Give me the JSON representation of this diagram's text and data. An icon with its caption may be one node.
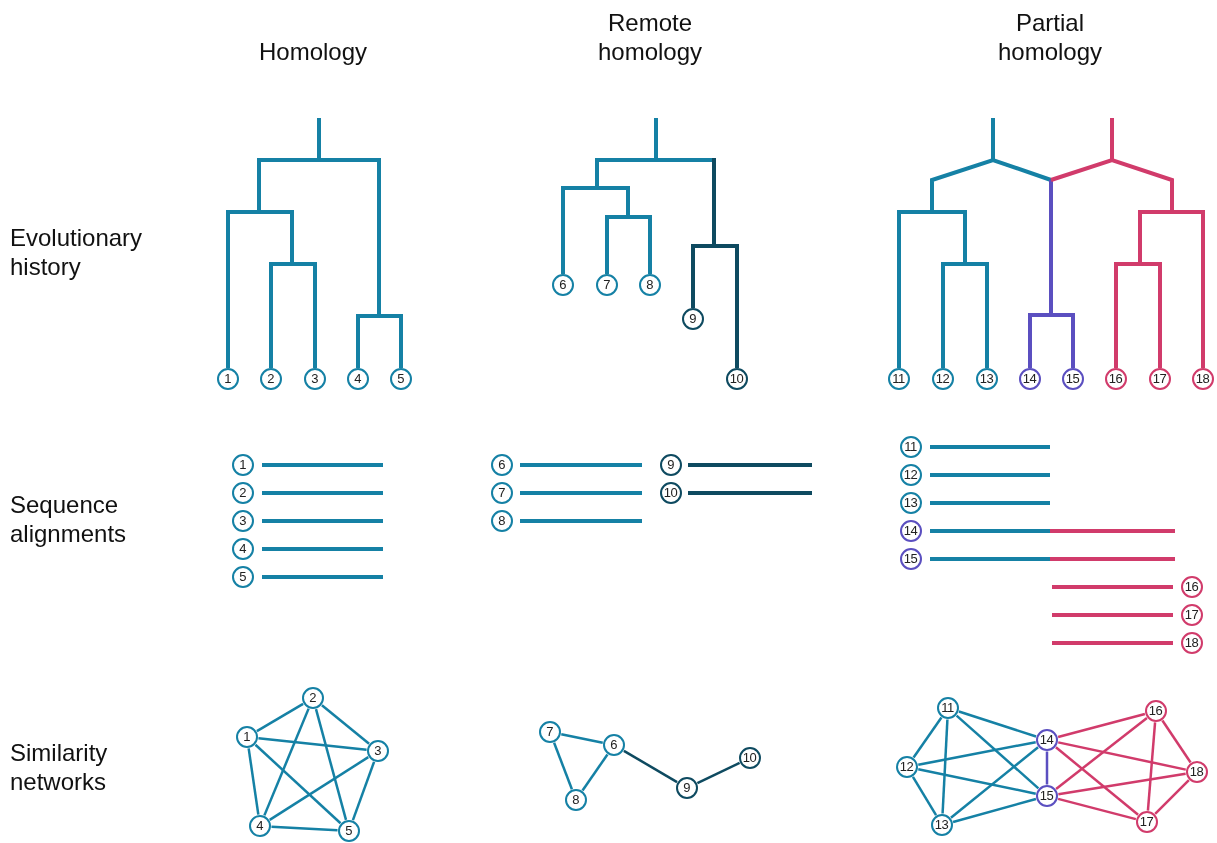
{
  "diagram": {
    "nodes": [
      {
        "text": [
          "1"
        ]
      },
      {
        "text": [
          "2"
        ]
      },
      {
        "text": [
          "3"
        ]
      },
      {
        "text": [
          "4"
        ]
      },
      {
        "text": [
          "5"
        ]
      },
      {
        "text": [
          "6"
        ]
      },
      {
        "text": [
          "7"
        ]
      },
      {
        "text": [
          "8"
        ]
      },
      {
        "text": [
          "9"
        ]
      },
      {
        "text": [
          "10"
        ]
      },
      {
        "text": [
          "11"
        ]
      },
      {
        "text": [
          "12"
        ]
      },
      {
        "text": [
          "13"
        ]
      },
      {
        "text": [
          "14"
        ]
      },
      {
        "text": [
          "15"
        ]
      },
      {
        "text": [
          "16"
        ]
      },
      {
        "text": [
          "17"
        ]
      },
      {
        "text": [
          "18"
        ]
      },
      {
        "text": [
          "1"
        ]
      },
      {
        "text": [
          "2"
        ]
      },
      {
        "text": [
          "3"
        ]
      },
      {
        "text": [
          "4"
        ]
      },
      {
        "text": [
          "5"
        ]
      },
      {
        "text": [
          "6"
        ]
      },
      {
        "text": [
          "7"
        ]
      },
      {
        "text": [
          "8"
        ]
      },
      {
        "text": [
          "9"
        ]
      },
      {
        "text": [
          "10"
        ]
      },
      {
        "text": [
          "11"
        ]
      },
      {
        "text": [
          "12"
        ]
      },
      {
        "text": [
          "13"
        ]
      },
      {
        "text": [
          "14"
        ]
      },
      {
        "text": [
          "15"
        ]
      },
      {
        "text": [
          "16"
        ]
      },
      {
        "text": [
          "17"
        ]
      },
      {
        "text": [
          "18"
        ]
      },
      {
        "text": [
          "1"
        ]
      },
      {
        "text": [
          "2"
        ]
      },
      {
        "text": [
          "3"
        ]
      },
      {
        "text": [
          "4"
        ]
      },
      {
        "text": [
          "5"
        ]
      },
      {
        "text": [
          "6"
        ]
      },
      {
        "text": [
          "7"
        ]
      },
      {
        "text": [
          "8"
        ]
      },
      {
        "text": [
          "9"
        ]
      },
      {
        "text": [
          "10"
        ]
      },
      {
        "text": [
          "11"
        ]
      },
      {
        "text": [
          "12"
        ]
      },
      {
        "text": [
          "13"
        ]
      },
      {
        "text": [
          "14"
        ]
      },
      {
        "text": [
          "15"
        ]
      },
      {
        "text": [
          "16"
        ]
      },
      {
        "text": [
          "17"
        ]
      },
      {
        "text": [
          "18"
        ]
      }
    ],
    "edges": [
      {
        "from": 36,
        "to": 37,
        "arrow": "none"
      },
      {
        "from": 36,
        "to": 38,
        "arrow": "none"
      },
      {
        "from": 36,
        "to": 39,
        "arrow": "none"
      },
      {
        "from": 36,
        "to": 40,
        "arrow": "none"
      },
      {
        "from": 37,
        "to": 38,
        "arrow": "none"
      },
      {
        "from": 37,
        "to": 39,
        "arrow": "none"
      },
      {
        "from": 37,
        "to": 40,
        "arrow": "none"
      },
      {
        "from": 38,
        "to": 39,
        "arrow": "none"
      },
      {
        "from": 38,
        "to": 40,
        "arrow": "none"
      },
      {
        "from": 39,
        "to": 40,
        "arrow": "none"
      },
      {
        "from": 42,
        "to": 41,
        "arrow": "none"
      },
      {
        "from": 42,
        "to": 43,
        "arrow": "none"
      },
      {
        "from": 43,
        "to": 41,
        "arrow": "none"
      },
      {
        "from": 41,
        "to": 44,
        "arrow": "none",
        "color": "#0e4a60"
      },
      {
        "from": 44,
        "to": 45,
        "arrow": "none",
        "color": "#0e4a60"
      },
      {
        "from": 46,
        "to": 47,
        "arrow": "none"
      },
      {
        "from": 46,
        "to": 48,
        "arrow": "none"
      },
      {
        "from": 46,
        "to": 49,
        "arrow": "none"
      },
      {
        "from": 46,
        "to": 50,
        "arrow": "none"
      },
      {
        "from": 47,
        "to": 48,
        "arrow": "none"
      },
      {
        "from": 47,
        "to": 49,
        "arrow": "none"
      },
      {
        "from": 47,
        "to": 50,
        "arrow": "none"
      },
      {
        "from": 48,
        "to": 49,
        "arrow": "none"
      },
      {
        "from": 48,
        "to": 50,
        "arrow": "none"
      },
      {
        "from": 49,
        "to": 50,
        "arrow": "none",
        "color": "#5b4fc0"
      },
      {
        "from": 49,
        "to": 51,
        "arrow": "none",
        "color": "#d13b6b"
      },
      {
        "from": 49,
        "to": 52,
        "arrow": "none",
        "color": "#d13b6b"
      },
      {
        "from": 49,
        "to": 53,
        "arrow": "none",
        "color": "#d13b6b"
      },
      {
        "from": 50,
        "to": 51,
        "arrow": "none",
        "color": "#d13b6b"
      },
      {
        "from": 50,
        "to": 52,
        "arrow": "none",
        "color": "#d13b6b"
      },
      {
        "from": 50,
        "to": 53,
        "arrow": "none",
        "color": "#d13b6b"
      },
      {
        "from": 51,
        "to": 52,
        "arrow": "none",
        "color": "#d13b6b"
      },
      {
        "from": 51,
        "to": 53,
        "arrow": "none",
        "color": "#d13b6b"
      },
      {
        "from": 52,
        "to": 53,
        "arrow": "none",
        "color": "#d13b6b"
      }
    ],
    "labels": [
      "Homology",
      "Remote homology",
      "Partial homology",
      "Evolutionary history",
      "Sequence alignments",
      "Similarity networks"
    ]
  }
}
